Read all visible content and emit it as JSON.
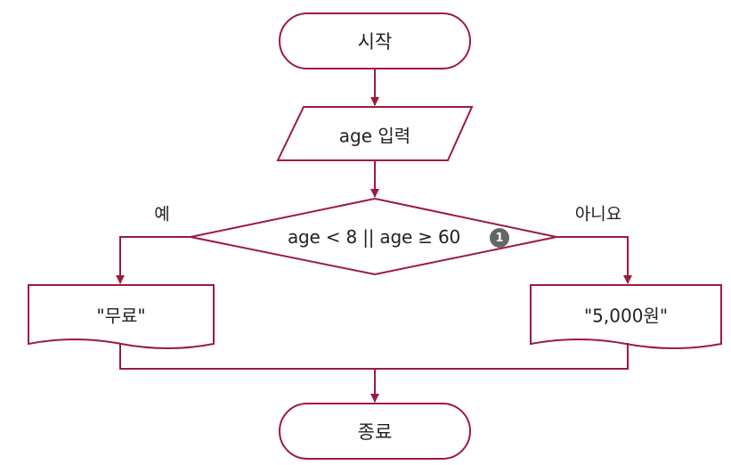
{
  "flowchart": {
    "start": "시작",
    "input": "age 입력",
    "condition": "age < 8  ||  age ≥ 60",
    "marker": "1",
    "branch_yes": "예",
    "branch_no": "아니요",
    "output_yes": "\"무료\"",
    "output_no": "\"5,000원\"",
    "end": "종료"
  },
  "colors": {
    "stroke": "#9b1b3f",
    "text": "#222222",
    "badge": "#666666"
  }
}
